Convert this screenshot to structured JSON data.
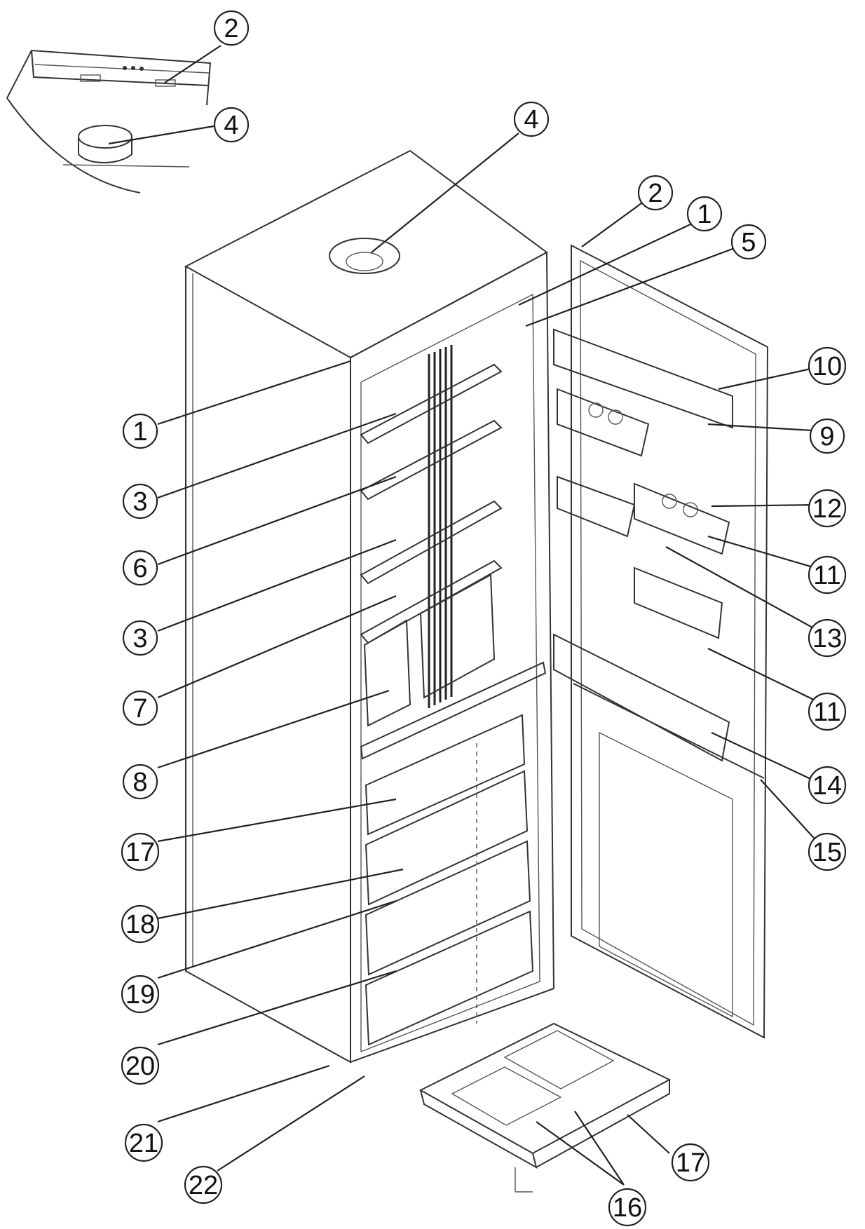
{
  "callouts": [
    {
      "id": "c-inset-2",
      "label": "2"
    },
    {
      "id": "c-inset-4",
      "label": "4"
    },
    {
      "id": "c-top-4",
      "label": "4"
    },
    {
      "id": "c-top-2",
      "label": "2"
    },
    {
      "id": "c-top-1",
      "label": "1"
    },
    {
      "id": "c-top-5",
      "label": "5"
    },
    {
      "id": "c-left-1",
      "label": "1"
    },
    {
      "id": "c-left-3a",
      "label": "3"
    },
    {
      "id": "c-left-6",
      "label": "6"
    },
    {
      "id": "c-left-3b",
      "label": "3"
    },
    {
      "id": "c-left-7",
      "label": "7"
    },
    {
      "id": "c-left-8",
      "label": "8"
    },
    {
      "id": "c-left-17",
      "label": "17"
    },
    {
      "id": "c-left-18",
      "label": "18"
    },
    {
      "id": "c-left-19",
      "label": "19"
    },
    {
      "id": "c-left-20",
      "label": "20"
    },
    {
      "id": "c-left-21",
      "label": "21"
    },
    {
      "id": "c-left-22",
      "label": "22"
    },
    {
      "id": "c-right-10",
      "label": "10"
    },
    {
      "id": "c-right-9",
      "label": "9"
    },
    {
      "id": "c-right-12",
      "label": "12"
    },
    {
      "id": "c-right-11a",
      "label": "11"
    },
    {
      "id": "c-right-13",
      "label": "13"
    },
    {
      "id": "c-right-11b",
      "label": "11"
    },
    {
      "id": "c-right-14",
      "label": "14"
    },
    {
      "id": "c-right-15",
      "label": "15"
    },
    {
      "id": "c-bottom-17",
      "label": "17"
    },
    {
      "id": "c-bottom-16",
      "label": "16"
    }
  ]
}
